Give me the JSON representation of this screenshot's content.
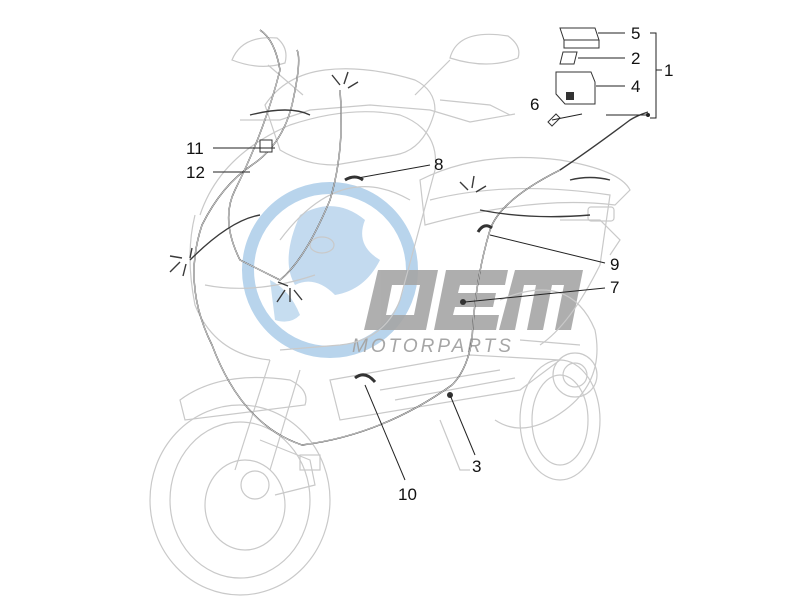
{
  "watermark": {
    "brand": "OEM",
    "sub": "MOTORPARTS",
    "colors": {
      "text": "#a6a6a6",
      "globe": "#b8d4ec"
    }
  },
  "callouts": [
    {
      "id": "1",
      "label": "1"
    },
    {
      "id": "2",
      "label": "2"
    },
    {
      "id": "3",
      "label": "3"
    },
    {
      "id": "4",
      "label": "4"
    },
    {
      "id": "5",
      "label": "5"
    },
    {
      "id": "6",
      "label": "6"
    },
    {
      "id": "7",
      "label": "7"
    },
    {
      "id": "8",
      "label": "8"
    },
    {
      "id": "9",
      "label": "9"
    },
    {
      "id": "10",
      "label": "10"
    },
    {
      "id": "11",
      "label": "11"
    },
    {
      "id": "12",
      "label": "12"
    }
  ],
  "colors": {
    "outline": "#c9c9c9",
    "harness": "#3a3a3a",
    "text": "#111111"
  }
}
